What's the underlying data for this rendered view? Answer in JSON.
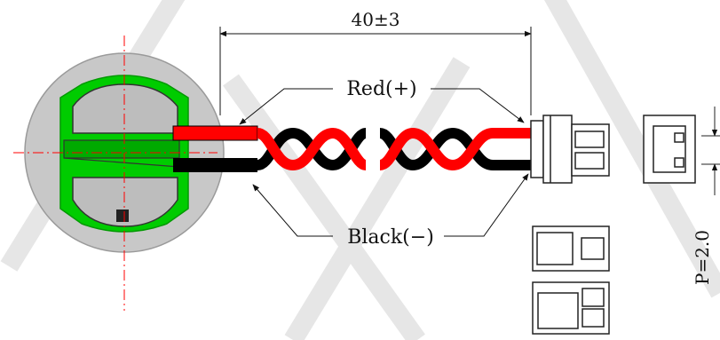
{
  "labels": {
    "length": "40±3",
    "red_wire": "Red(+)",
    "black_wire": "Black(−)",
    "pitch": "P=2.0"
  },
  "colors": {
    "red_wire": "#ff0000",
    "black_wire": "#000000",
    "insulator": "#00cc00",
    "cell_body": "#c8c8c8",
    "centerline": "#ff0000",
    "watermark": "#e6e6e6"
  }
}
